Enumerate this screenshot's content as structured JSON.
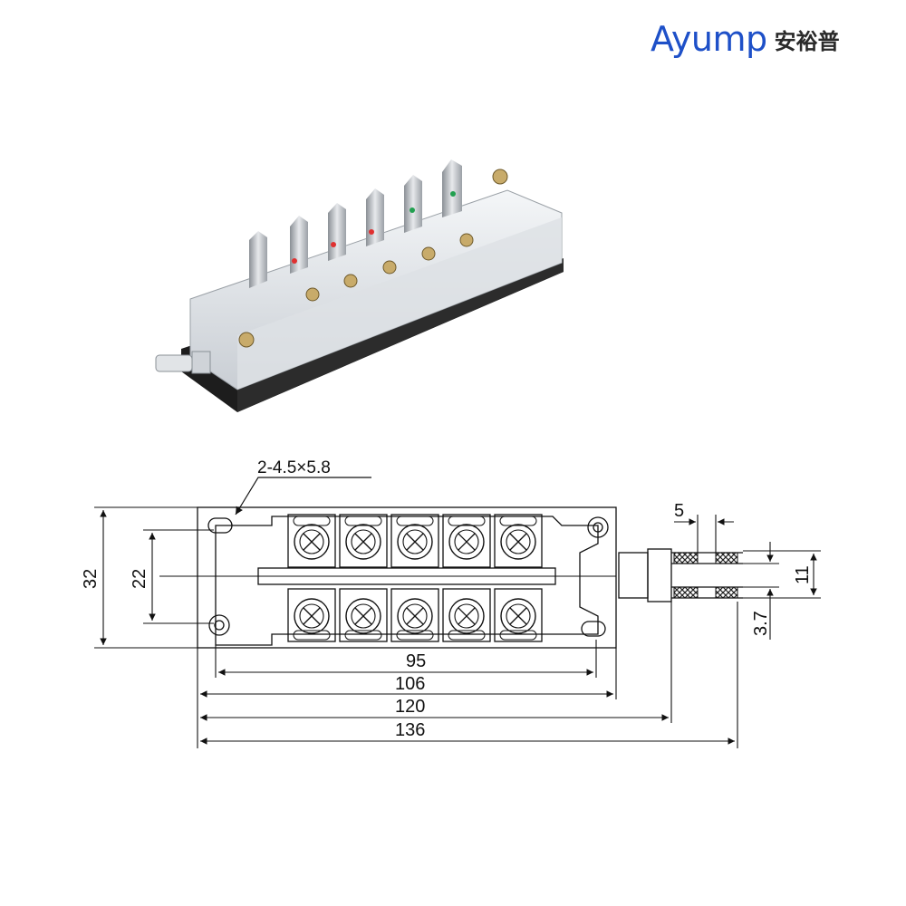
{
  "brand": {
    "name_latin": "Ayump",
    "name_cjk": "安裕普",
    "color": "#1e50c8"
  },
  "drawing": {
    "hole_note": "2-4.5×5.8",
    "dimensions": {
      "d32": "32",
      "d22": "22",
      "d95": "95",
      "d106": "106",
      "d120": "120",
      "d136": "136",
      "d5": "5",
      "d11": "11",
      "d3_7": "3.7"
    },
    "terminals_per_row": 5,
    "rows": 2
  }
}
